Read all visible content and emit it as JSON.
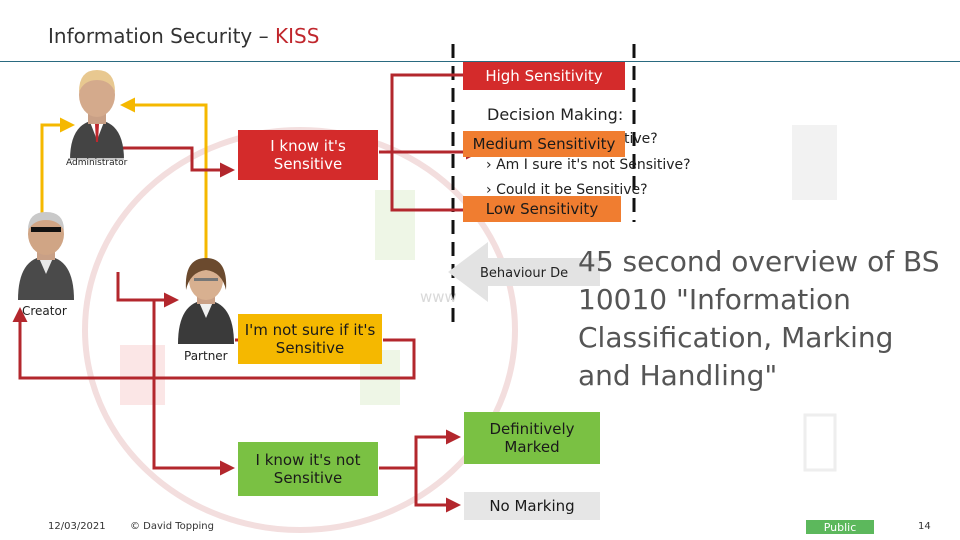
{
  "header": {
    "title_main": "Information Security – ",
    "title_accent": "KISS"
  },
  "roles": {
    "administrator": "Administrator",
    "creator": "Creator",
    "partner": "Partner"
  },
  "statements": {
    "know_sensitive": "I know it's Sensitive",
    "not_sure": "I'm not sure if it's Sensitive",
    "know_not_sensitive": "I know it's not Sensitive"
  },
  "sensitivity": {
    "high": "High Sensitivity",
    "medium": "Medium Sensitivity",
    "low": "Low Sensitivity"
  },
  "decision": {
    "heading": "Decision Making:",
    "partial_q": "tive?",
    "q2": "Am I sure it's not Sensitive?",
    "q3": "Could it be Sensitive?"
  },
  "behaviour": {
    "label": "Behaviour  De",
    "www": "www"
  },
  "marking": {
    "definitive": "Definitively Marked",
    "none": "No Marking"
  },
  "overview": "45 second overview of BS 10010 \"Information Classification, Marking and Handling\"",
  "footer": {
    "date": "12/03/2021",
    "author": "© David Topping",
    "classification": "Public",
    "page": "14"
  },
  "colors": {
    "red": "#d42b2b",
    "yellow_arrow": "#f5b800",
    "dark_red_line": "#b3272d",
    "accent": "#c0272d"
  }
}
